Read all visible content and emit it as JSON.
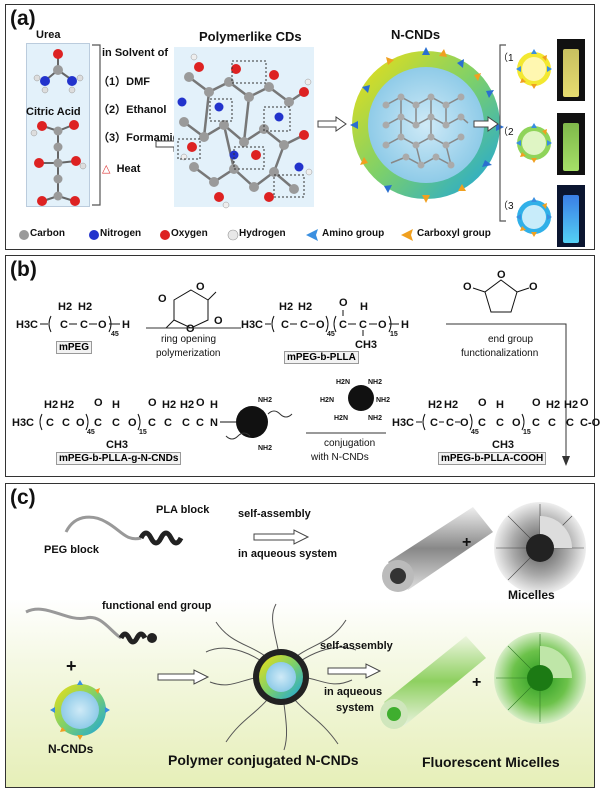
{
  "panel_a": {
    "label": "(a)",
    "urea": "Urea",
    "citric_acid": "Citric Acid",
    "solvent_heading": "in Solvent of",
    "solvents": [
      {
        "num": "（1）",
        "name": "DMF"
      },
      {
        "num": "（2）",
        "name": "Ethanol"
      },
      {
        "num": "（3）",
        "name": "Formamide"
      }
    ],
    "heat_symbol": "△",
    "heat": "Heat",
    "polymerlike_title": "Polymerlike CDs",
    "ncnds_title": "N-CNDs",
    "variant_labels": [
      "（1",
      "（2",
      "（3"
    ],
    "legend": [
      {
        "label": "Carbon",
        "color": "#9a9a9a"
      },
      {
        "label": "Nitrogen",
        "color": "#2233cc"
      },
      {
        "label": "Oxygen",
        "color": "#dd2222"
      },
      {
        "label": "Hydrogen",
        "color": "#e8e8e8"
      },
      {
        "label": "Amino group",
        "color": "#3a8fe0"
      },
      {
        "label": "Carboxyl group",
        "color": "#f0a020"
      }
    ]
  },
  "panel_b": {
    "label": "(b)",
    "mpeg_formula": {
      "h3c": "H3C",
      "h2a": "H2",
      "h2b": "H2",
      "c1": "C",
      "c2": "C",
      "o": "O",
      "h": "H",
      "n45": "45"
    },
    "mpeg_name": "mPEG",
    "ring_opening_1": "ring opening",
    "ring_opening_2": "polymerization",
    "mpeg_b_plla_name": "mPEG-b-PLLA",
    "end_group_1": "end group",
    "end_group_2": "functionalizationn",
    "conj_1": "conjugation",
    "conj_2": "with  N-CNDs",
    "mpeg_cooh_name": "mPEG-b-PLLA-COOH",
    "mpeg_gn_name": "mPEG-b-PLLA-g-N-CNDs",
    "atoms": {
      "o": "O",
      "c": "C",
      "ch3": "CH3",
      "n15": "15",
      "oh": "OH",
      "n": "N",
      "h": "H",
      "nh2": "NH2",
      "h2n": "H2N"
    }
  },
  "panel_c": {
    "label": "(c)",
    "peg_block": "PEG block",
    "pla_block": "PLA block",
    "self_assembly": "self-assembly",
    "aqueous": "in aqueous system",
    "plus": "+",
    "micelles": "Micelles",
    "functional_end": "functional end group",
    "ncnds": "N-CNDs",
    "polymer_conj": "Polymer conjugated N-CNDs",
    "self_assembly2": "self-assembly",
    "aqueous2a": "in aqueous",
    "aqueous2b": "system",
    "fluorescent": "Fluorescent Micelles"
  }
}
